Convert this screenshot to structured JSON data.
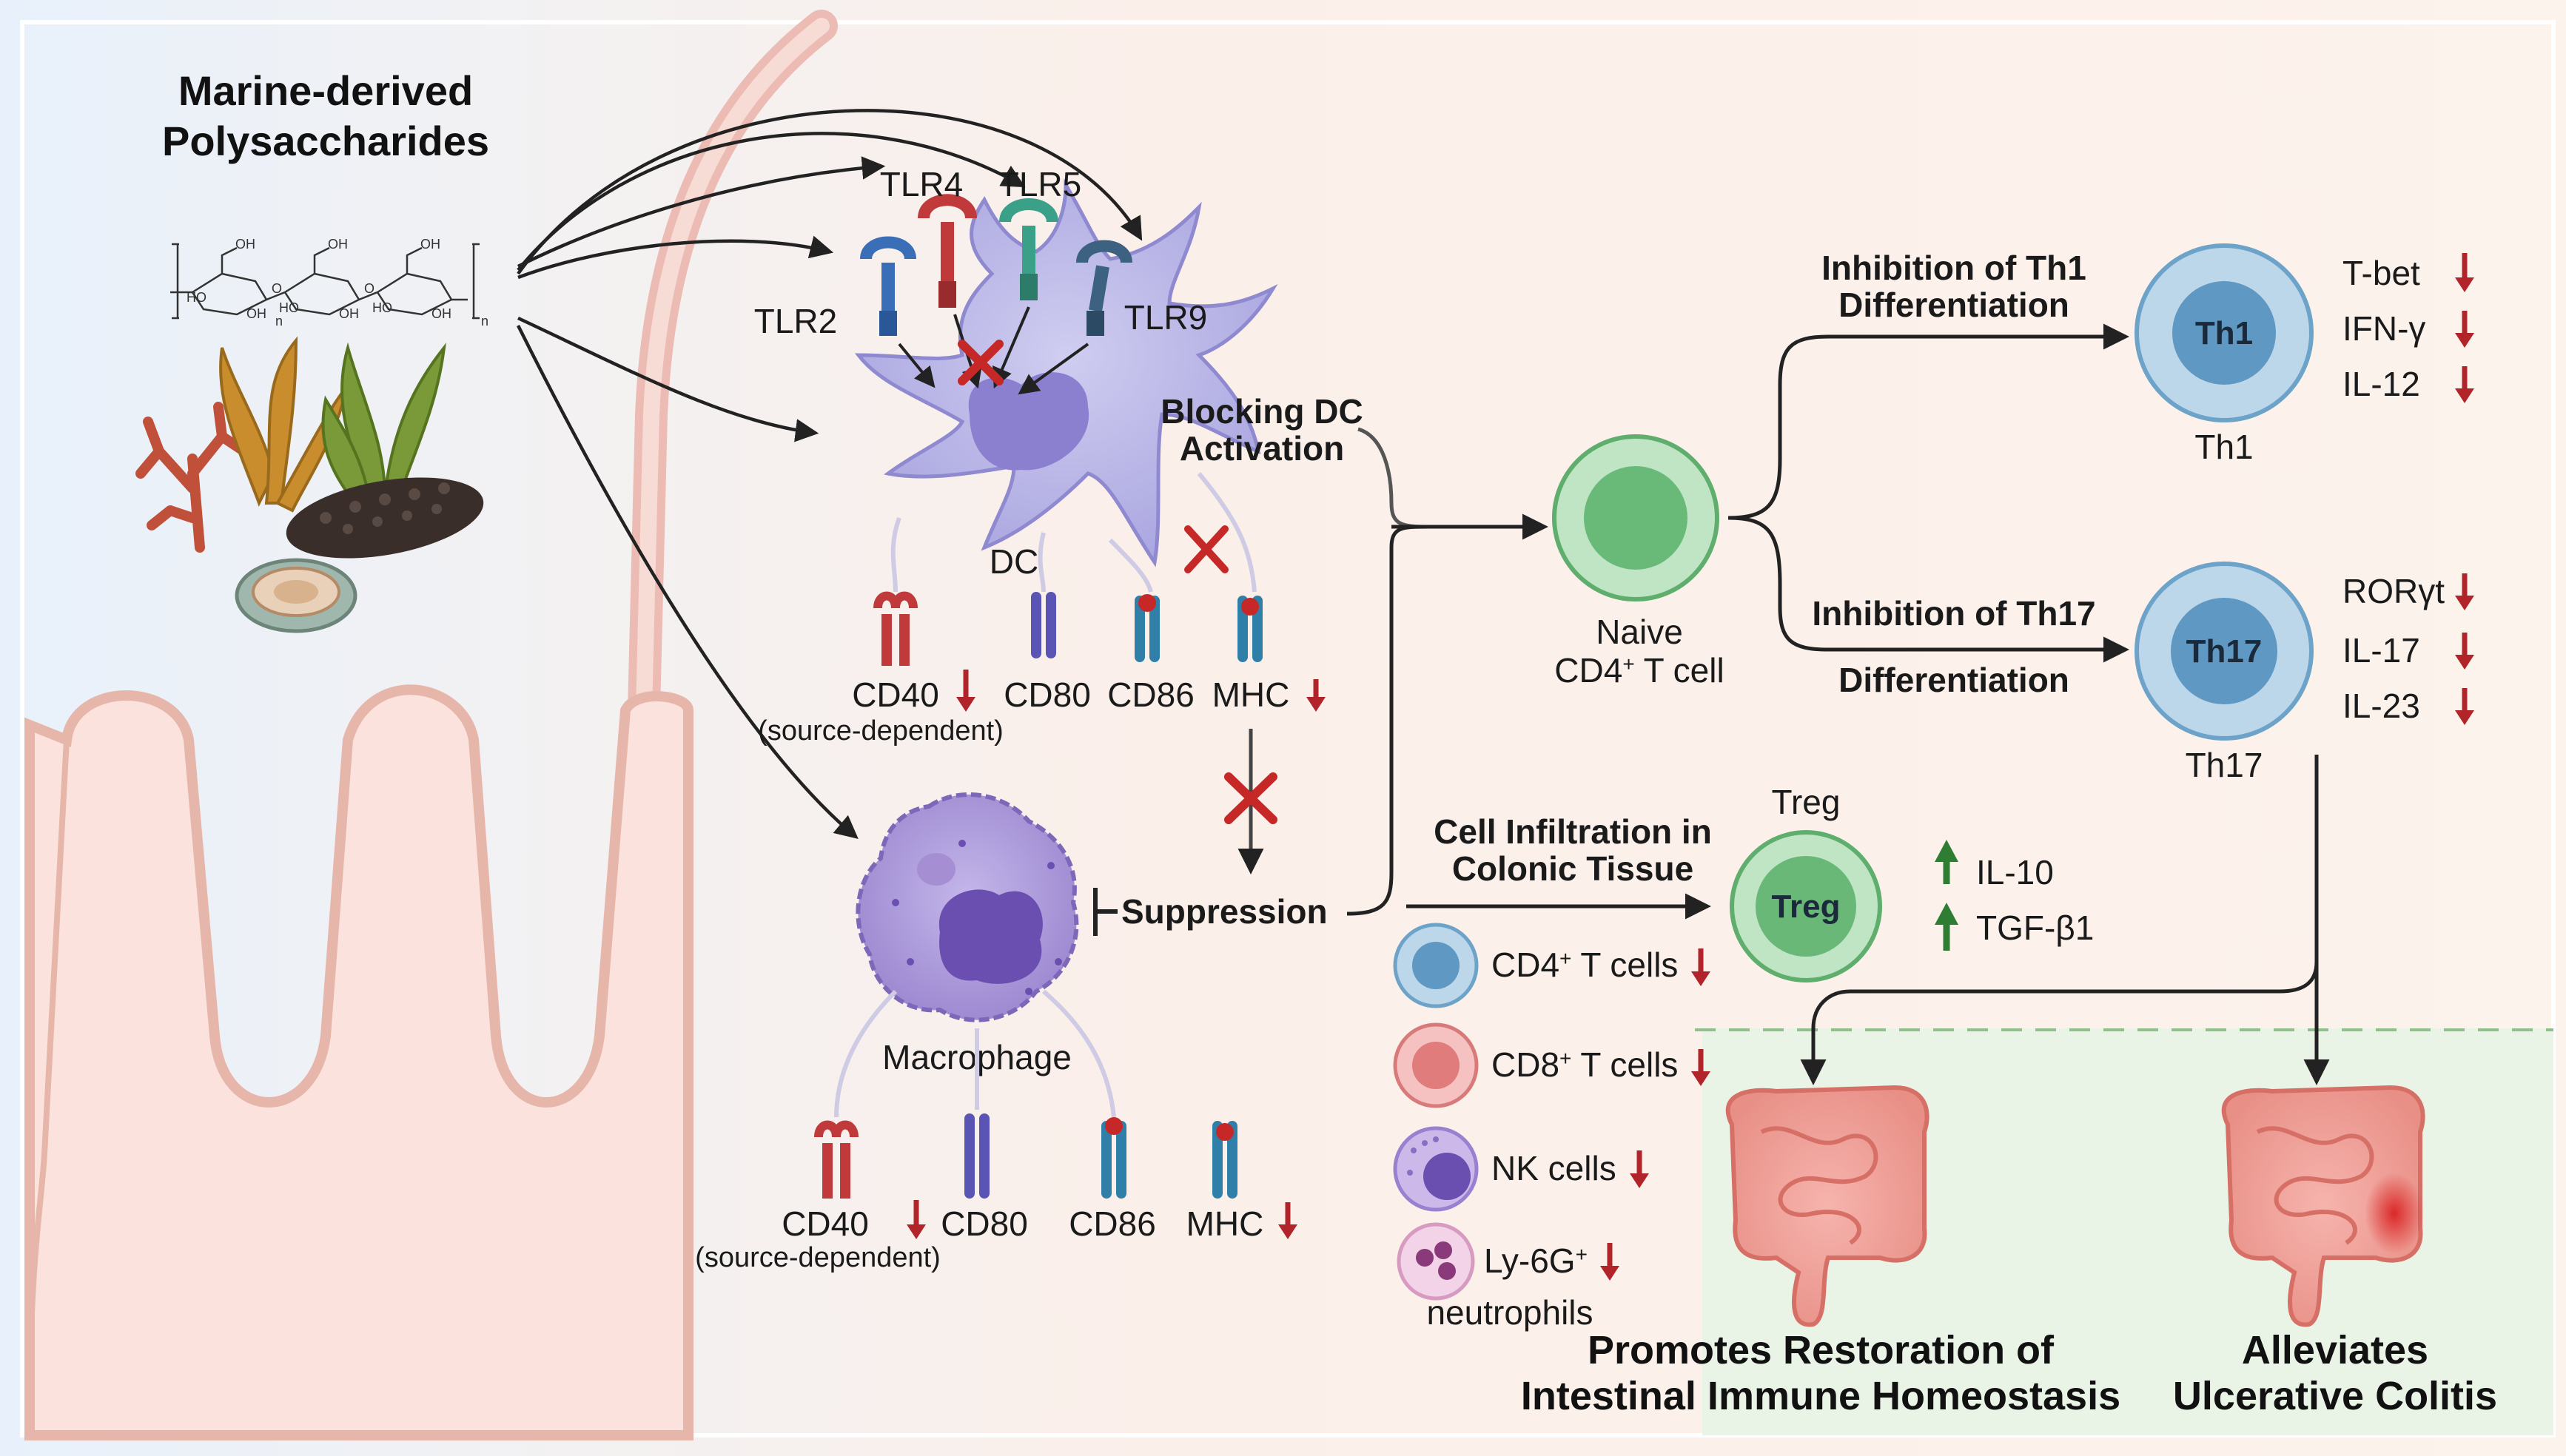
{
  "source": {
    "title_line1": "Marine-derived",
    "title_line2": "Polysaccharides",
    "glucose_labels": [
      "OH",
      "HO",
      "OH",
      "O",
      "OH",
      "HO",
      "OH",
      "O",
      "OH",
      "HO",
      "OH"
    ],
    "subscript_n": "n"
  },
  "receptors": {
    "tlr2": "TLR2",
    "tlr4": "TLR4",
    "tlr5": "TLR5",
    "tlr9": "TLR9"
  },
  "dc": {
    "label": "DC",
    "blocking_line1": "Blocking DC",
    "blocking_line2": "Activation",
    "markers": {
      "cd40": "CD40",
      "cd40_note": "(source-dependent)",
      "cd80": "CD80",
      "cd86": "CD86",
      "mhc": "MHC"
    }
  },
  "macrophage": {
    "label": "Macrophage",
    "suppression": "Suppression",
    "markers": {
      "cd40": "CD40",
      "cd40_note": "(source-dependent)",
      "cd80": "CD80",
      "cd86": "CD86",
      "mhc": "MHC"
    }
  },
  "naive": {
    "line1": "Naive",
    "line2": "CD4",
    "line2_sup": "+",
    "line2_rest": " T cell"
  },
  "th1": {
    "heading_line1": "Inhibition of Th1",
    "heading_line2": "Differentiation",
    "cell_label": "Th1",
    "caption": "Th1",
    "markers": [
      "T-bet",
      "IFN-γ",
      "IL-12"
    ]
  },
  "th17": {
    "heading_line1": "Inhibition of Th17",
    "heading_line2": "Differentiation",
    "cell_label": "Th17",
    "caption": "Th17",
    "markers": [
      "RORγt",
      "IL-17",
      "IL-23"
    ]
  },
  "treg": {
    "infiltration_line1": "Cell Infiltration in",
    "infiltration_line2": "Colonic Tissue",
    "caption": "Treg",
    "cell_label": "Treg",
    "cytokines": [
      "IL-10",
      "TGF-β1"
    ]
  },
  "infiltrating_cells": [
    {
      "name": "CD4",
      "sup": "+",
      "rest": " T cells"
    },
    {
      "name": "CD8",
      "sup": "+",
      "rest": " T cells"
    },
    {
      "name": "NK cells",
      "sup": "",
      "rest": ""
    },
    {
      "name": "Ly-6G",
      "sup": "+",
      "rest": "",
      "line2": "neutrophils"
    }
  ],
  "outcomes": {
    "left_line1": "Promotes Restoration of",
    "left_line2": "Intestinal Immune Homeostasis",
    "right_line1": "Alleviates",
    "right_line2": "Ulcerative Colitis"
  },
  "colors": {
    "down_arrow": "#b0242a",
    "up_arrow": "#2e7d32",
    "block_x": "#c62828",
    "dc_cell": "#b9b6e6",
    "macrophage": "#a793d6",
    "naive": "#7cc48a",
    "th1": "#8fb8d8",
    "treg": "#7fc78a",
    "cd8": "#e88a8a",
    "lumen_bg": "#eef4fb",
    "tissue_bg": "#fdf0ea",
    "colon_zone": "#e9f3e6"
  }
}
